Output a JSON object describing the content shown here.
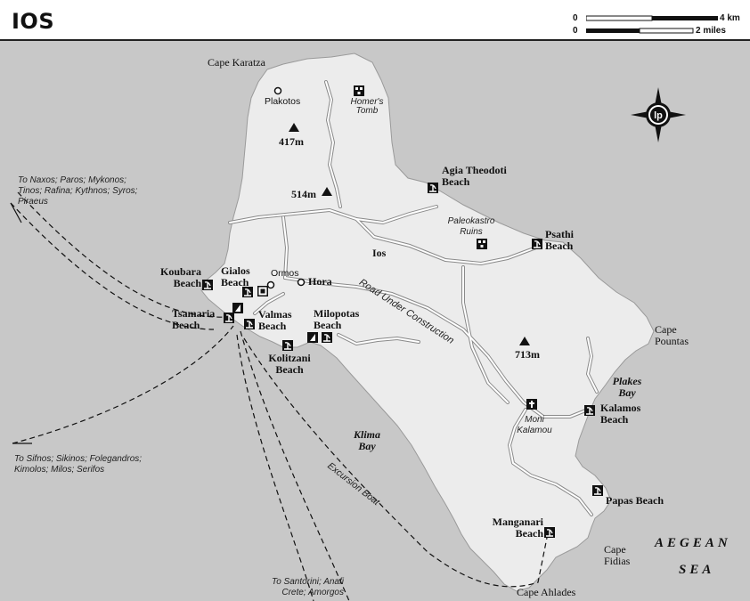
{
  "title": "IOS",
  "scale": {
    "km_zero": "0",
    "km_label": "4 km",
    "mi_zero": "0",
    "mi_label": "2 miles"
  },
  "labels": {
    "cape_karatza": "Cape Karatza",
    "plakotos": "Plakotos",
    "homers_tomb": "Homer's Tomb",
    "peak_417": "417m",
    "peak_514": "514m",
    "peak_713": "713m",
    "agia_theodoti": "Agia Theodoti Beach",
    "paleokastro": "Paleokastro Ruins",
    "psathi": "Psathi Beach",
    "ios": "Ios",
    "koubara": "Koubara Beach",
    "gialos": "Gialos Beach",
    "ormos": "Ormos",
    "hora": "Hora",
    "road_construction": "Road Under Construction",
    "tsamaria": "Tsamaria Beach",
    "valmas": "Valmas Beach",
    "milopotas": "Milopotas Beach",
    "kolitzani": "Kolitzani Beach",
    "cape_pountas": "Cape Pountas",
    "plakes_bay": "Plakes Bay",
    "moni_kalamou": "Moni Kalamou",
    "kalamos": "Kalamos Beach",
    "klima_bay": "Klima Bay",
    "excursion_boat": "Excursion Boat",
    "papas": "Papas Beach",
    "manganari": "Manganari Beach",
    "cape_fidias": "Cape Fidias",
    "cape_ahlades": "Cape Ahlades",
    "aegean": "AEGEAN",
    "sea": "SEA"
  },
  "ferries": {
    "north": "To Naxos; Paros; Mykonos; Tinos; Rafina; Kythnos; Syros; Piraeus",
    "west": "To Sifnos; Sikinos; Folegandros; Kimolos; Milos; Serifos",
    "south": "To Santorini; Anafi Crete; Amorgos"
  },
  "colors": {
    "sea": "#c8c8c8",
    "land": "#ececec",
    "ink": "#111111",
    "road": "#ffffff"
  },
  "icons": {
    "compass": "lonely-planet-compass-icon",
    "beach": "beach-icon",
    "ruins": "ruins-icon",
    "peak": "peak-icon",
    "monastery": "monastery-icon"
  }
}
